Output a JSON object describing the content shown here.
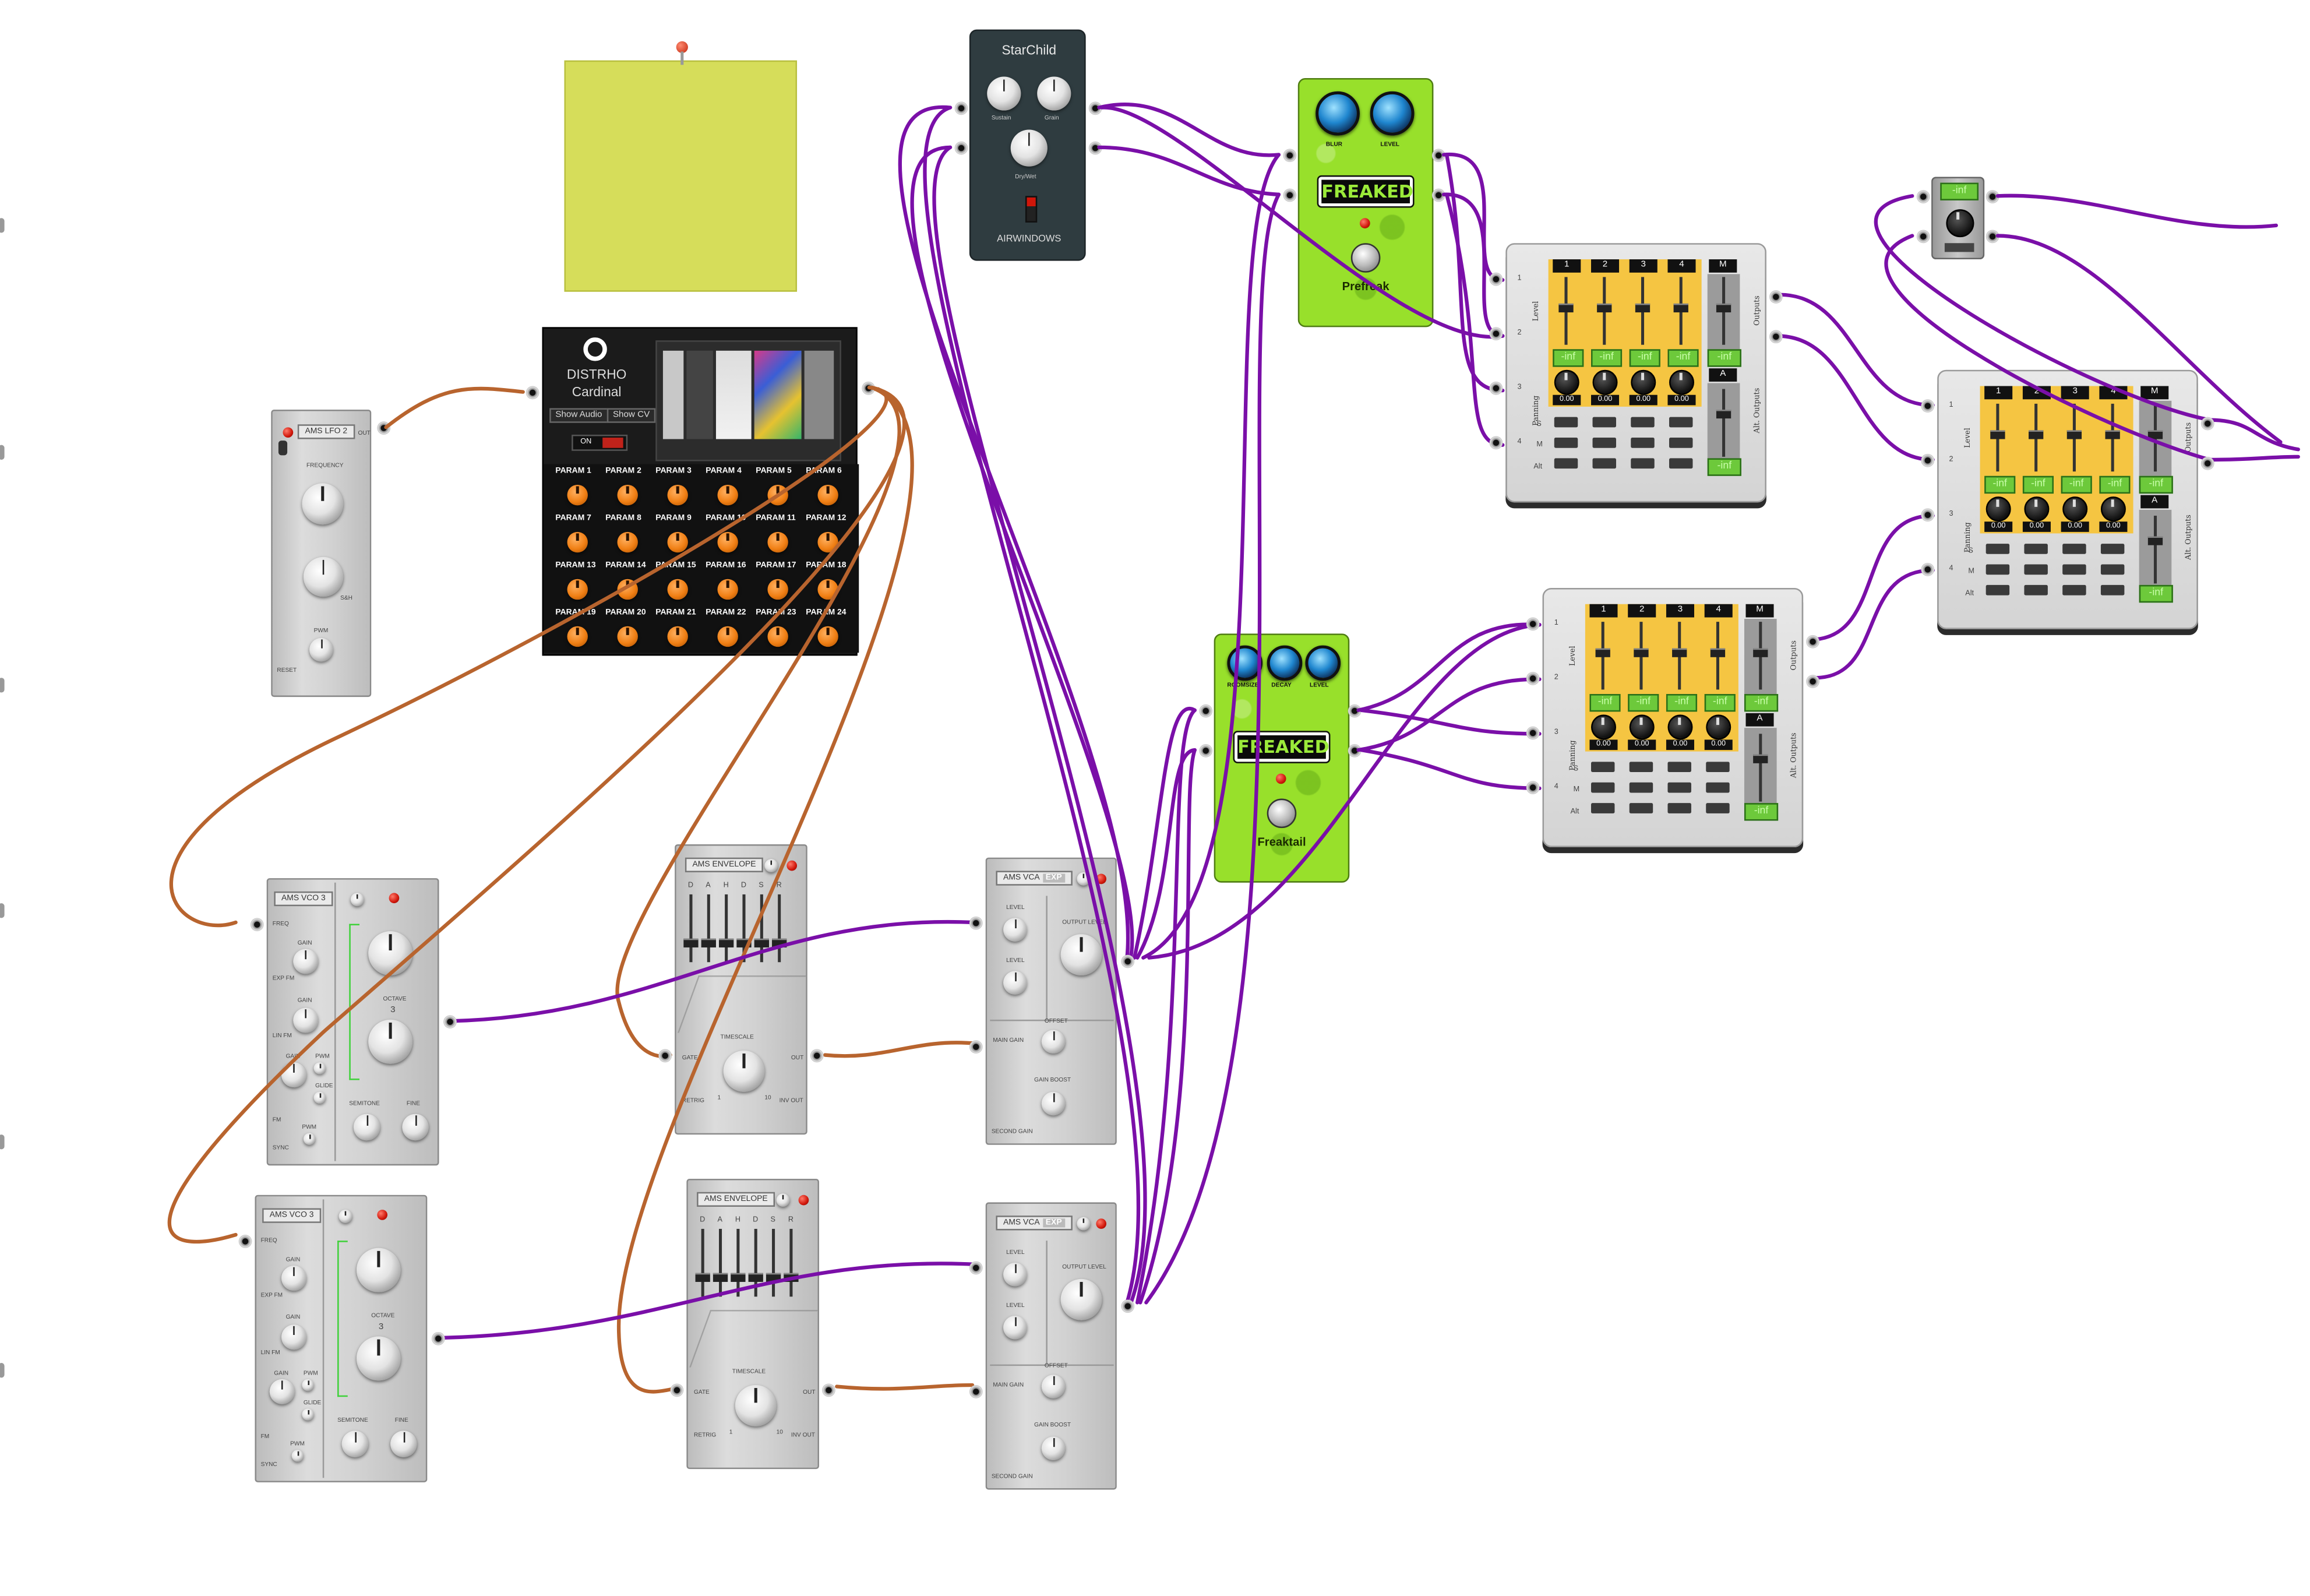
{
  "note": {
    "text": ""
  },
  "cardinal": {
    "title_line1": "DISTRHO",
    "title_line2": "Cardinal",
    "show_audio": "Show Audio",
    "show_cv": "Show CV",
    "toggle": "ON",
    "params": [
      "PARAM 1",
      "PARAM 2",
      "PARAM 3",
      "PARAM 4",
      "PARAM 5",
      "PARAM 6",
      "PARAM 7",
      "PARAM 8",
      "PARAM 9",
      "PARAM 10",
      "PARAM 11",
      "PARAM 12",
      "PARAM 13",
      "PARAM 14",
      "PARAM 15",
      "PARAM 16",
      "PARAM 17",
      "PARAM 18",
      "PARAM 19",
      "PARAM 20",
      "PARAM 21",
      "PARAM 22",
      "PARAM 23",
      "PARAM 24"
    ]
  },
  "starchild": {
    "title": "StarChild",
    "sustain": "Sustain",
    "grain": "Grain",
    "drywet": "Dry/Wet",
    "brand": "AIRWINDOWS"
  },
  "prefreak": {
    "knob1": "BLUR",
    "knob2": "LEVEL",
    "badge": "FREAKED",
    "name": "Prefreak"
  },
  "freaktail": {
    "knob1": "ROOMSIZE",
    "knob2": "DECAY",
    "knob3": "LEVEL",
    "badge": "FREAKED",
    "name": "Freaktail"
  },
  "lfo": {
    "title": "AMS LFO 2",
    "frequency": "FREQUENCY",
    "shape": "S&H",
    "pwm": "PWM",
    "out": "OUT",
    "reset": "RESET"
  },
  "vco": {
    "title": "AMS VCO 3",
    "freq": "FREQ",
    "gain": "GAIN",
    "expfm": "EXP FM",
    "linfm": "LIN FM",
    "fm": "FM",
    "pwm": "PWM",
    "glide": "GLIDE",
    "sync": "SYNC",
    "octave": "OCTAVE",
    "semitone": "SEMITONE",
    "fine": "FINE",
    "octave_value": "3"
  },
  "env": {
    "title": "AMS ENVELOPE",
    "sliders": [
      "D",
      "A",
      "H",
      "D",
      "S",
      "R"
    ],
    "timescale": "TIMESCALE",
    "gate": "GATE",
    "retrig": "RETRIG",
    "out": "OUT",
    "invout": "INV OUT",
    "scale_min": "1",
    "scale_max": "10"
  },
  "vca": {
    "title": "AMS VCA",
    "title_tag": "EXP",
    "level": "LEVEL",
    "output_level": "OUTPUT LEVEL",
    "offset": "OFFSET",
    "main_gain": "MAIN GAIN",
    "gain_boost": "GAIN BOOST",
    "second_gain": "SECOND GAIN"
  },
  "mixer": {
    "channels": [
      "1",
      "2",
      "3",
      "4"
    ],
    "master": "M",
    "aux": "A",
    "inf": "-inf",
    "pan_value": "0.00",
    "level_label": "Level",
    "panning_label": "Panning",
    "outputs_label": "Outputs",
    "alt_outputs_label": "Alt. Outputs",
    "row_labels": [
      "S",
      "M",
      "Alt"
    ],
    "input_numbers": [
      "1",
      "2",
      "3",
      "4"
    ]
  },
  "small_level": {
    "display": "-inf"
  },
  "colors": {
    "audio_cable": "#7a0fa8",
    "cv_cable": "#b8642e",
    "note_yellow": "#d6dd5a",
    "pedal_green": "#98e02b",
    "knob_orange": "#f07f14",
    "mixer_yellow": "#f5c542"
  }
}
